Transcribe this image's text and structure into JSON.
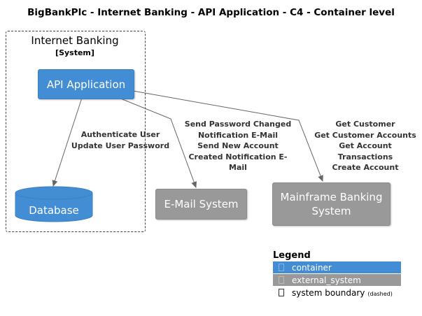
{
  "title": "BigBankPlc - Internet Banking - API Application - C4 - Container level",
  "boundary": {
    "name": "Internet Banking",
    "type": "[System]"
  },
  "nodes": {
    "api": "API Application",
    "database": "Database",
    "email": "E-Mail System",
    "mainframe": "Mainframe Banking\nSystem"
  },
  "relations": {
    "database": "Authenticate User\nUpdate User Password",
    "email": "Send Password Changed\nNotification E-Mail\nSend New Account\nCreated Notification E-Mail",
    "mainframe": "Get Customer\nGet Customer Accounts\nGet Account Transactions\nCreate Account"
  },
  "legend": {
    "title": "Legend",
    "container": "container",
    "external_system": "external_system",
    "system_boundary": "system boundary",
    "system_boundary_note": "(dashed)"
  },
  "colors": {
    "container": "#438dd5",
    "external_system": "#999999",
    "line": "#666666"
  }
}
